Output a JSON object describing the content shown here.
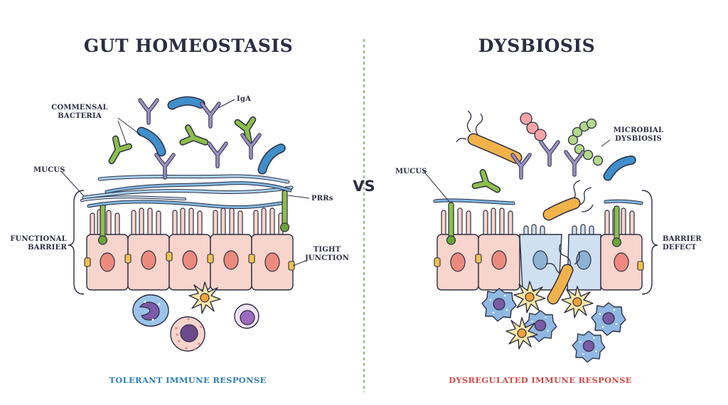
{
  "left_panel": {
    "title": "GUT HOMEOSTASIS",
    "labels": {
      "commensal_line1": "COMMENSAL",
      "commensal_line2": "BACTERIA",
      "iga": "IgA",
      "mucus": "MUCUS",
      "prrs": "PRRs",
      "functional_line1": "FUNCTIONAL",
      "functional_line2": "BARRIER",
      "tight_line1": "TIGHT",
      "tight_line2": "JUNCTION"
    },
    "response": "TOLERANT IMMUNE RESPONSE"
  },
  "divider_label": "VS",
  "right_panel": {
    "title": "DYSBIOSIS",
    "labels": {
      "mucus": "MUCUS",
      "microbial_line1": "MICROBIAL",
      "microbial_line2": "DYSBIOSIS",
      "barrier_line1": "BARRIER",
      "barrier_line2": "DEFECT"
    },
    "response": "DYSREGULATED IMMUNE RESPONSE"
  },
  "colors": {
    "tolerant": "#2f7fb3",
    "dysregulated": "#cf4a45",
    "cell_pink": "#f7d4cc",
    "cell_blue": "#cfe1f1",
    "nucleus": "#ec8a7e",
    "mucus": "#7fb5de",
    "receptor": "#8cbf4c",
    "antibody": "#9d8fc4",
    "bacteria_orange": "#f2b24a",
    "outline": "#2b2d42"
  }
}
